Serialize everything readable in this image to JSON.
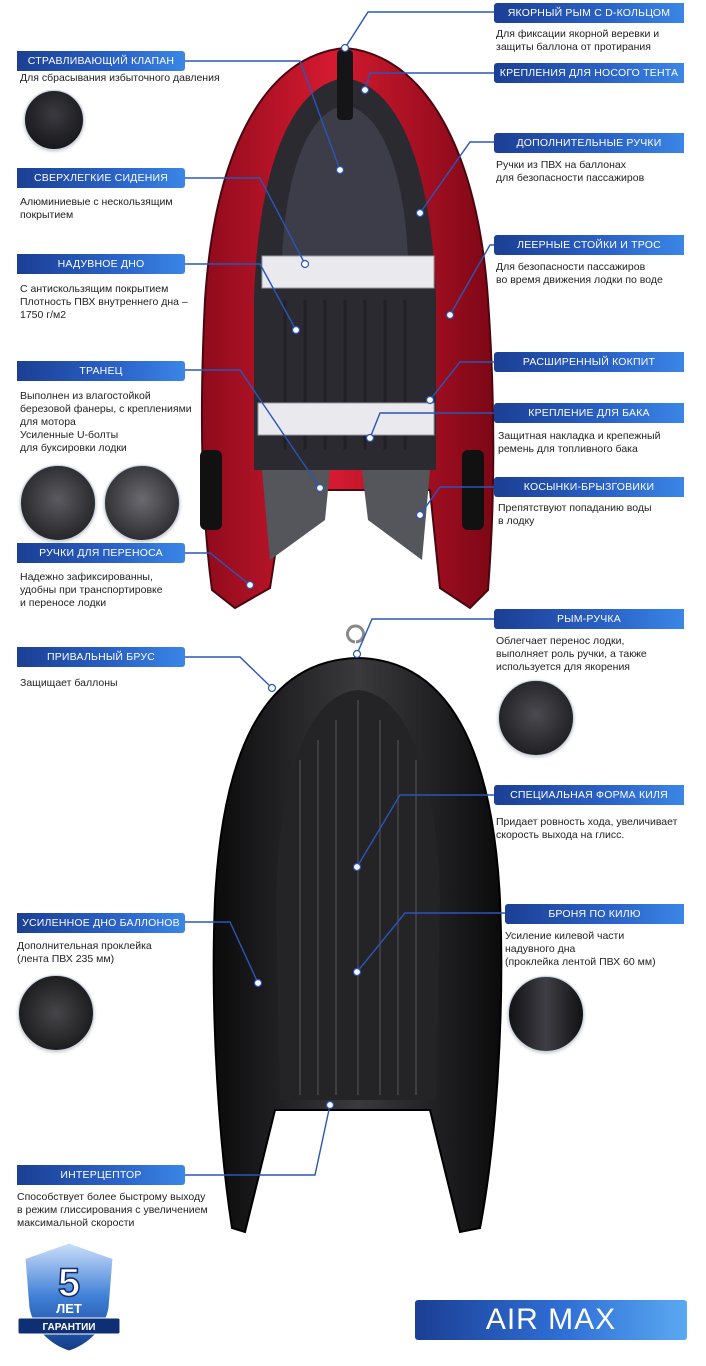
{
  "colors": {
    "accent_blue": "#2b63c8",
    "boat_red": "#c8102e",
    "boat_black": "#1c1c1e",
    "tag_text": "#ffffff"
  },
  "features": {
    "anchor_ring": {
      "title": "ЯКОРНЫЙ РЫМ С D-КОЛЬЦОМ",
      "lines": [
        "Для фиксации якорной веревки и",
        "защиты баллона от протирания"
      ]
    },
    "relief_valve": {
      "title": "СТРАВЛИВАЮЩИЙ КЛАПАН",
      "lines": [
        "Для сбрасывания избыточного давления"
      ]
    },
    "bow_tent_mounts": {
      "title": "КРЕПЛЕНИЯ ДЛЯ НОСОГО ТЕНТА",
      "lines": []
    },
    "extra_handles": {
      "title": "ДОПОЛНИТЕЛЬНЫЕ РУЧКИ",
      "lines": [
        "Ручки из ПВХ на баллонах",
        "для безопасности пассажиров"
      ]
    },
    "ultralight_seats": {
      "title": "СВЕРХЛЕГКИЕ СИДЕНИЯ",
      "lines": [
        "Алюминиевые с нескользящим",
        "покрытием"
      ]
    },
    "railing_posts": {
      "title": "ЛЕЕРНЫЕ  СТОЙКИ И ТРОС",
      "lines": [
        "Для безопасности пассажиров",
        "во время движения лодки по воде"
      ]
    },
    "inflatable_floor": {
      "title": "НАДУВНОЕ ДНО",
      "lines": [
        "С антискользящим покрытием",
        "Плотность ПВХ внутреннего дна –",
        "1750 г/м2"
      ]
    },
    "wide_cockpit": {
      "title": "РАСШИРЕННЫЙ  КОКПИТ",
      "lines": []
    },
    "transom": {
      "title": "ТРАНЕЦ",
      "lines": [
        "Выполнен из влагостойкой",
        "березовой фанеры, с креплениями",
        "для мотора",
        "Усиленные U-болты",
        "для буксировки лодки"
      ]
    },
    "tank_mount": {
      "title": "КРЕПЛЕНИЕ ДЛЯ БАКА",
      "lines": [
        "Защитная накладка и крепежный",
        "ремень для топливного бака"
      ]
    },
    "splash_guards": {
      "title": "КОСЫНКИ-БРЫЗГОВИКИ",
      "lines": [
        "Препятствуют попаданию воды",
        "в лодку"
      ]
    },
    "carry_handles": {
      "title": "РУЧКИ ДЛЯ ПЕРЕНОСА",
      "lines": [
        "Надежно зафиксированны,",
        "удобны при транспортировке",
        "и переносе лодки"
      ]
    },
    "handle_ring": {
      "title": "РЫМ-РУЧКА",
      "lines": [
        "Облегчает перенос лодки,",
        "выполняет роль ручки, а также",
        "используется для якорения"
      ]
    },
    "rub_strake": {
      "title": "ПРИВАЛЬНЫЙ БРУС",
      "lines": [
        "Защищает баллоны"
      ]
    },
    "keel_shape": {
      "title": "СПЕЦИАЛЬНАЯ ФОРМА КИЛЯ",
      "lines": [
        "Придает ровность хода, увеличивает",
        "скорость выхода на глисс."
      ]
    },
    "reinforced_tubes": {
      "title": "УСИЛЕННОЕ ДНО БАЛЛОНОВ",
      "lines": [
        "Дополнительная проклейка",
        "(лента ПВХ 235 мм)"
      ]
    },
    "keel_armor": {
      "title": "БРОНЯ ПО КИЛЮ",
      "lines": [
        "Усиление килевой части",
        "надувного дна",
        "(проклейка лентой ПВХ 60 мм)"
      ]
    },
    "interceptor": {
      "title": "ИНТЕРЦЕПТОР",
      "lines": [
        "Способствует более быстрому выходу",
        "в режим глиссирования с увеличением",
        "максимальной скорости"
      ]
    }
  },
  "badge": {
    "number": "5",
    "word": "ЛЕТ",
    "ribbon": "ГАРАНТИИ"
  },
  "product_name": "AIR MAX"
}
